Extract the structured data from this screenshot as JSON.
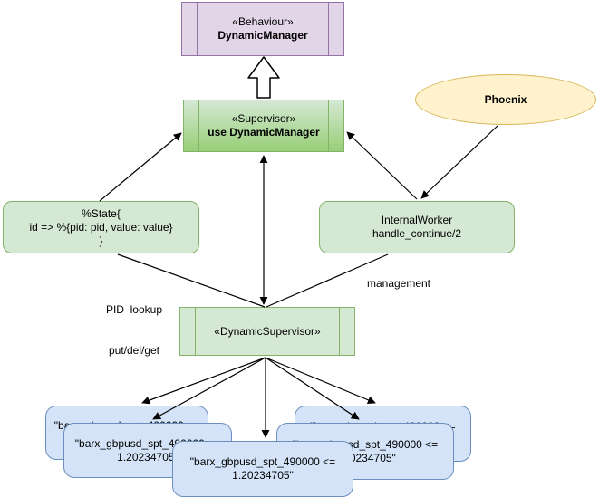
{
  "diagram": {
    "nodes": {
      "behaviour": {
        "stereotype": "«Behaviour»",
        "name": "DynamicManager"
      },
      "supervisor": {
        "stereotype": "«Supervisor»",
        "name": "use DynamicManager"
      },
      "phoenix": {
        "label": "Phoenix"
      },
      "state": {
        "line1": "%State{",
        "line2": "id => %{pid: pid, value: value}",
        "line3": "}"
      },
      "internal_worker": {
        "line1": "InternalWorker",
        "line2": "handle_continue/2"
      },
      "dynamic_supervisor": {
        "label": "«DynamicSupervisor»"
      },
      "worker": {
        "line1": "\"barx_gbpusd_spt_490000 <=",
        "line2": "1.20234705\"",
        "count": 5
      }
    },
    "edge_labels": {
      "pid_lookup_line1": "PID  lookup",
      "pid_lookup_line2": "put/del/get",
      "management": "management"
    },
    "colors": {
      "purple_fill": "#E1D5E7",
      "purple_stroke": "#9673A6",
      "green_fill": "#D5E8D4",
      "green_gradient_bottom": "#97D077",
      "green_stroke": "#82B366",
      "blue_fill": "#D4E3F7",
      "blue_stroke": "#6C8EBF",
      "yellow_fill": "#FFF2CC",
      "yellow_stroke": "#D6B656",
      "edge_stroke": "#000000"
    }
  }
}
